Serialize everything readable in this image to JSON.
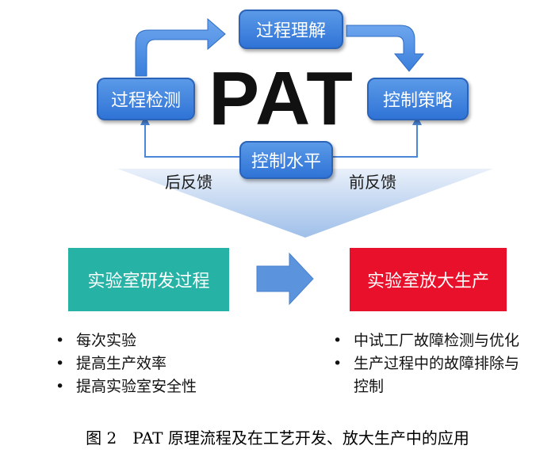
{
  "diagram": {
    "center_label": "PAT",
    "cycle_boxes": {
      "top": "过程理解",
      "left": "过程检测",
      "right": "控制策略",
      "bottom": "控制水平"
    },
    "feedback": {
      "left": "后反馈",
      "right": "前反馈"
    },
    "stages": {
      "left": "实验室研发过程",
      "right": "实验室放大生产"
    },
    "bullets_left": [
      "每次实验",
      "提高生产效率",
      "提高实验室安全性"
    ],
    "bullets_right": [
      "中试工厂故障检测与优化",
      "生产过程中的故障排除与控制"
    ],
    "colors": {
      "box_blue": "#3a7fdc",
      "funnel_blue": "#a9c6ec",
      "teal": "#26b3a6",
      "red": "#e8102a"
    }
  },
  "caption": "图 2　PAT 原理流程及在工艺开发、放大生产中的应用"
}
